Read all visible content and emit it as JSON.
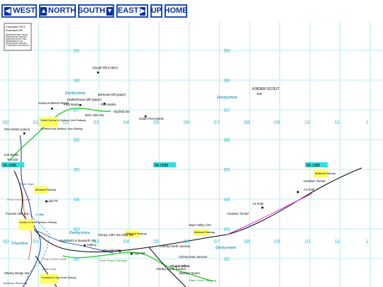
{
  "nav": {
    "west": "WEST",
    "north": "NORTH",
    "south": "SOUTH",
    "east": "EAST",
    "up": "UP",
    "home": "HOME"
  },
  "copyright": {
    "title": "Copyright 2013",
    "author": "Keymaps-GB",
    "note": [
      "REPRODUCED FROM",
      "ORDNANCE SURVEY",
      "MAPPING WITH THE",
      "PERMISSION OF",
      "ORDNANCE SURVEY",
      "© CROWN COPYRIGHT"
    ]
  },
  "grid": {
    "x_labels_top": [
      "00",
      "01",
      "02",
      "03",
      "04",
      "05",
      "06",
      "07",
      "08",
      "09",
      "10",
      "11",
      "1"
    ],
    "x_labels_bottom": [
      "00",
      "01",
      "02",
      "03",
      "04",
      "05",
      "06",
      "07",
      "08",
      "09",
      "10",
      "11",
      "1"
    ],
    "y_labels": [
      "89",
      "88",
      "87",
      "86",
      "85",
      "84",
      "83",
      "82"
    ]
  },
  "gridrefs": [
    "SK 0085",
    "SK 0585",
    "SK 1085"
  ],
  "places": {
    "clough_mill": "Clough Mill (cotton)",
    "garrison": "Garrison Bleach Works",
    "swallowhouse": "Swallowhouse Mill (paper)",
    "bankvale": "Bankvale Mill (paper)",
    "print_works_1": "Print Works",
    "print_works_2": "Print Works",
    "print_works_3": "Print Works (calico)",
    "hayfield": "Hayfield Sta",
    "birch_vale": "Birch Vale Sta",
    "kinder_print": "Kinder Print Works",
    "kinder_scout": "KINDER SCOUT",
    "kinder_height": "636",
    "iron_works": "Iron Works",
    "new_mills": "Torr Mill",
    "lady_pit": "Lady Pit",
    "furness_vale": "Furness Vale Sta",
    "whaley_bridge": "Whaley Bridge Sta",
    "burgsworth": "Bugsworth or Buxworth Sta",
    "colliery": "Colliery",
    "whitehall": "Whitehall Mill",
    "forge_mill": "Forge Mill",
    "chinley": "Chinley 1867 Sta 1902 Sta",
    "chinley_north": "Chinley North Junction",
    "chinley_east": "Chinley East Junction",
    "chinley_south": "Chinley South Junction",
    "chapel_milton": "Chapel Milton",
    "stodhart": "Stodhart Tunnel",
    "cowburn": "Cowburn Tunnel",
    "air_shaft_1": "Air shaft",
    "air_shaft_2": "Air shaft",
    "hope_valley": "Hope Valley Line",
    "cadburn_tunnel_2": "Cowburn Tunnel",
    "derbyshire_1": "Derbyshire",
    "derbyshire_2": "Derbyshire",
    "derbyshire_3": "Derbyshire",
    "derbyshire_4": "Derbyshire",
    "cheshire": "Cheshire",
    "river_goyt_1": "River Goyt",
    "river_goyt_2": "River Goyt",
    "peak_forest_canal_1": "Peak Forest Canal",
    "peak_forest_canal_2": "Peak Forest Canal",
    "cr_bby": "Cr Bby",
    "peak_forest_tramway_1": "Peak Forest Tramway",
    "peak_forest_tramway_2": "Peak Forest Tramway",
    "todbrook": "Todbrook Reservoir"
  },
  "railways": {
    "gc_midland": "Great Central & Midland Joint Railway",
    "sheffield": "Sheffield and Midland Joint Railway",
    "midland_1": "Midland Railway",
    "midland_2": "Midland Railway",
    "midland_3": "Midland Railway",
    "midland_4": "Midland Railway",
    "lnwr": "London & North Western Railway",
    "cromford": "Cromford & High Peak Railway"
  },
  "colors": {
    "grid": "#9fe3ea",
    "rail": "#000000",
    "tram": "#33cc33",
    "tunnel": "#dd33dd",
    "river": "#1a3399",
    "label_box": "#ffff66",
    "ref_box": "#33dddd",
    "county": "#3399bb"
  }
}
